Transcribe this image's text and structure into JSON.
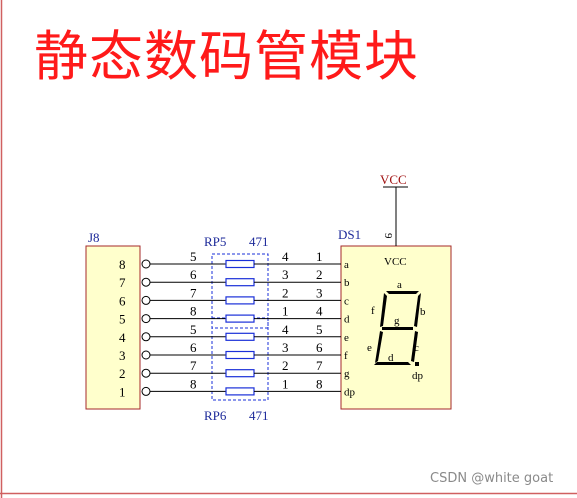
{
  "title": "静态数码管模块",
  "watermark": "CSDN @white goat",
  "colors": {
    "title": "#ff1a1a",
    "wire": "#000000",
    "part_fill": "#ffffcc",
    "part_border": "#a52a2a",
    "resistor": "#1a2fd8",
    "ref_label": "#1d2a9a",
    "vcc_label": "#a01010",
    "frame": "#d06060"
  },
  "vcc": {
    "label": "VCC",
    "pin": "9"
  },
  "connector": {
    "ref": "J8",
    "pins": [
      "8",
      "7",
      "6",
      "5",
      "4",
      "3",
      "2",
      "1"
    ]
  },
  "rp5": {
    "ref": "RP5",
    "value": "471",
    "left_pins": [
      "5",
      "6",
      "7",
      "8"
    ],
    "right_pins": [
      "4",
      "3",
      "2",
      "1"
    ]
  },
  "rp6": {
    "ref": "RP6",
    "value": "471",
    "left_pins": [
      "5",
      "6",
      "7",
      "8"
    ],
    "right_pins": [
      "4",
      "3",
      "2",
      "1"
    ]
  },
  "display": {
    "ref": "DS1",
    "vcc_text": "VCC",
    "pins": [
      "1",
      "2",
      "3",
      "4",
      "5",
      "6",
      "7",
      "8"
    ],
    "segments": [
      "a",
      "b",
      "c",
      "d",
      "e",
      "f",
      "g",
      "dp"
    ],
    "inner_labels": {
      "a": "a",
      "b": "b",
      "c": "c",
      "d": "d",
      "e": "e",
      "f": "f",
      "g": "g",
      "dp": "dp"
    }
  }
}
